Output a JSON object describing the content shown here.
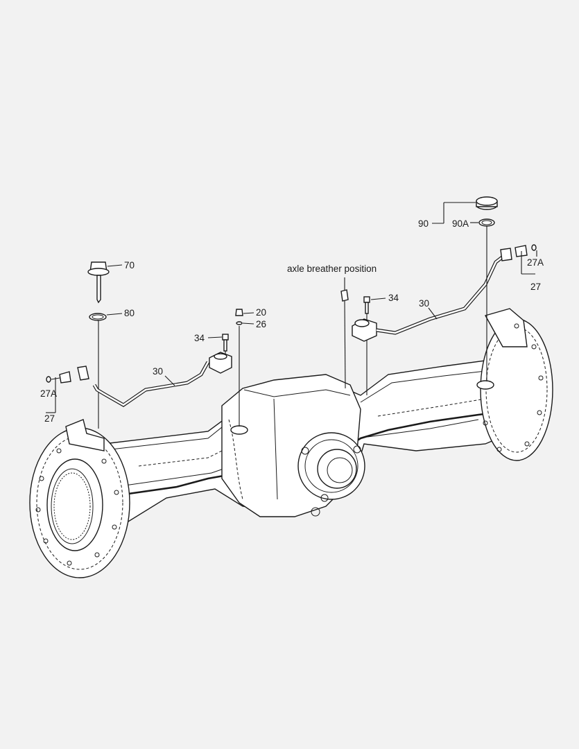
{
  "diagram": {
    "annotation": "axle breather position",
    "callouts": {
      "c70": "70",
      "c80": "80",
      "c20": "20",
      "c26": "26",
      "c34_left": "34",
      "c34_right": "34",
      "c30_left": "30",
      "c30_right": "30",
      "c27A_left": "27A",
      "c27_left": "27",
      "c27A_right": "27A",
      "c27_right": "27",
      "c90": "90",
      "c90A": "90A"
    }
  }
}
